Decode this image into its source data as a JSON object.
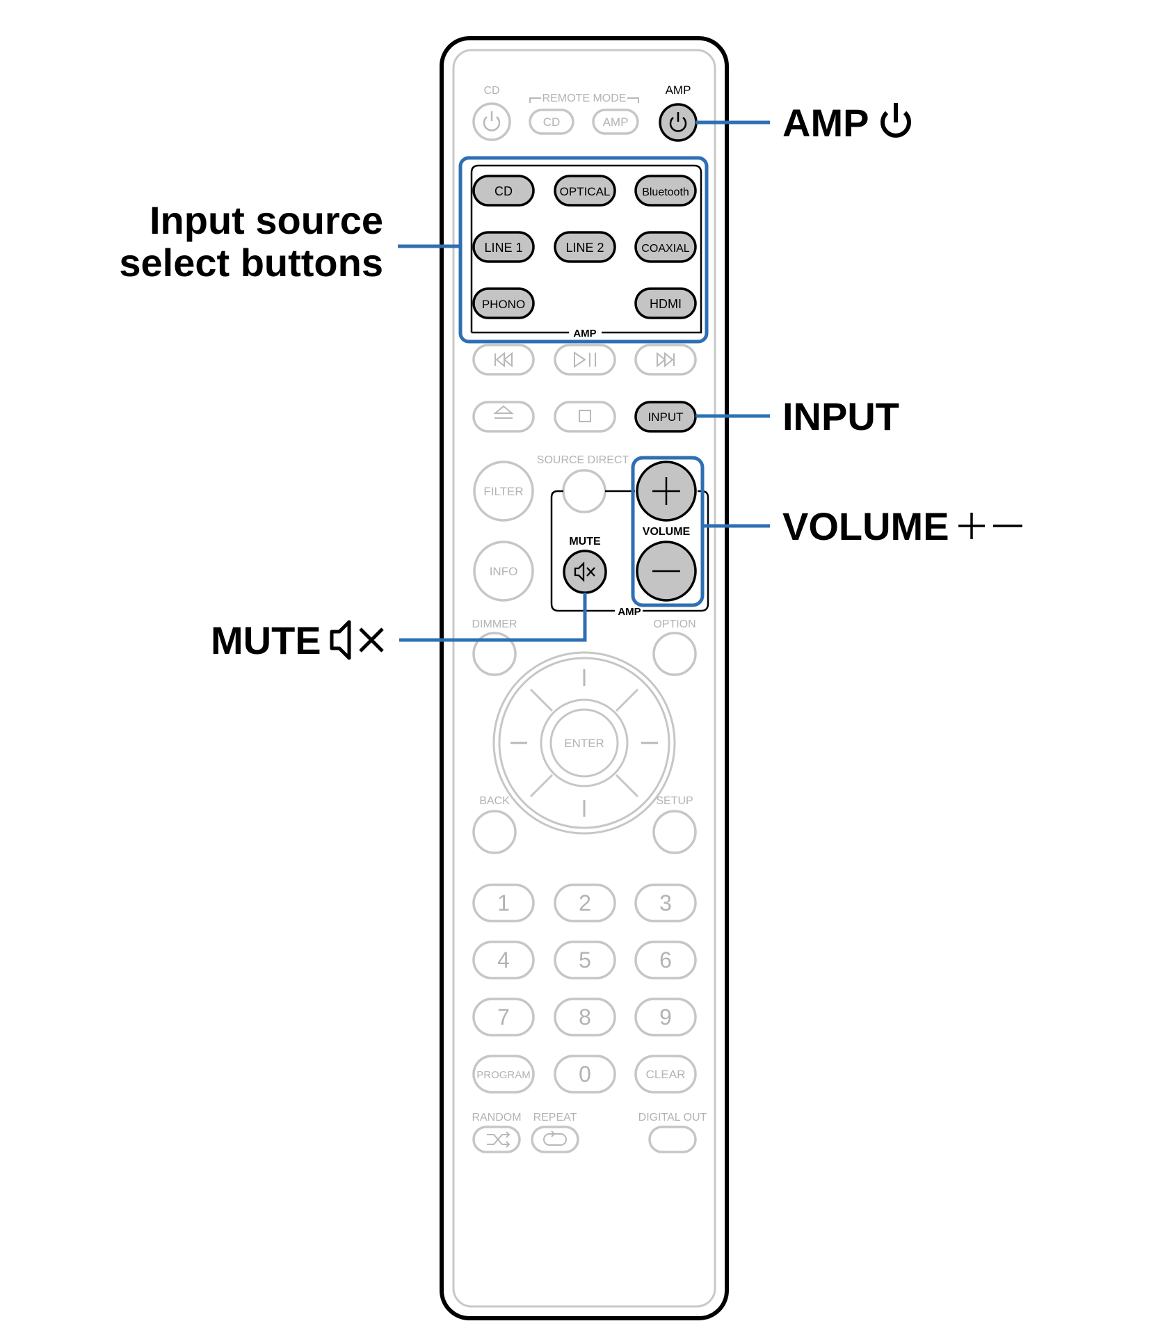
{
  "remote": {
    "top": {
      "cd_label": "CD",
      "remote_mode_label": "REMOTE MODE",
      "mode_cd": "CD",
      "mode_amp": "AMP",
      "amp_label": "AMP"
    },
    "sources": {
      "row1": [
        "CD",
        "OPTICAL",
        "Bluetooth"
      ],
      "row2": [
        "LINE 1",
        "LINE 2",
        "COAXIAL"
      ],
      "row3": [
        "PHONO",
        "HDMI"
      ],
      "group_label": "AMP"
    },
    "transport": {
      "input": "INPUT"
    },
    "middle": {
      "source_direct": "SOURCE DIRECT",
      "filter": "FILTER",
      "info": "INFO",
      "mute": "MUTE",
      "volume": "VOLUME",
      "amp_group": "AMP",
      "dimmer": "DIMMER",
      "option": "OPTION"
    },
    "nav": {
      "enter": "ENTER",
      "back": "BACK",
      "setup": "SETUP"
    },
    "numpad": {
      "rows": [
        [
          "1",
          "2",
          "3"
        ],
        [
          "4",
          "5",
          "6"
        ],
        [
          "7",
          "8",
          "9"
        ]
      ],
      "program": "PROGRAM",
      "zero": "0",
      "clear": "CLEAR"
    },
    "bottom": {
      "random": "RANDOM",
      "repeat": "REPEAT",
      "digital_out": "DIGITAL OUT"
    }
  },
  "callouts": {
    "amp": "AMP",
    "input_source_line1": "Input source",
    "input_source_line2": "select buttons",
    "input": "INPUT",
    "volume": "VOLUME",
    "mute": "MUTE"
  },
  "colors": {
    "callout_line": "#2e6fb3",
    "active_button": "#c4c4c4",
    "inactive_outline": "#c6c6c6"
  }
}
